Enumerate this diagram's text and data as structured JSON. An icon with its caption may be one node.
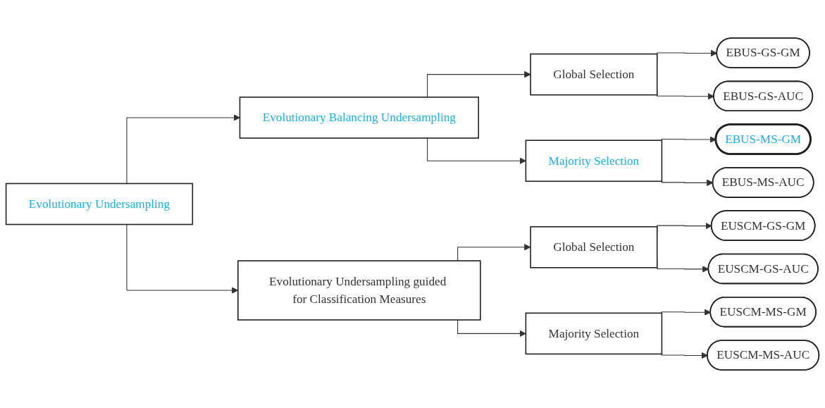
{
  "diagram": {
    "nodes": [
      {
        "text": [
          "Evolutionary Undersampling"
        ]
      },
      {
        "text": [
          "Evolutionary Balancing Undersampling"
        ]
      },
      {
        "text": [
          "Global Selection"
        ]
      },
      {
        "text": [
          "EBUS-GS-GM"
        ]
      },
      {
        "text": [
          "EBUS-GS-AUC"
        ]
      },
      {
        "text": [
          "Majority Selection"
        ]
      },
      {
        "text": [
          "EBUS-MS-GM"
        ]
      },
      {
        "text": [
          "EBUS-MS-AUC"
        ]
      },
      {
        "text": [
          "Evolutionary Undersampling guided for Classification Measures"
        ]
      },
      {
        "text": [
          "Global Selection"
        ]
      },
      {
        "text": [
          "EUSCM-GS-GM"
        ]
      },
      {
        "text": [
          "EUSCM-GS-AUC"
        ]
      },
      {
        "text": [
          "Majority Selection"
        ]
      },
      {
        "text": [
          "EUSCM-MS-GM"
        ]
      },
      {
        "text": [
          "EUSCM-MS-AUC"
        ]
      }
    ],
    "edges": [
      {
        "from": 0,
        "to": 1,
        "arrow": "to"
      },
      {
        "from": 1,
        "to": 2,
        "arrow": "to"
      },
      {
        "from": 2,
        "to": 3,
        "arrow": "to"
      },
      {
        "from": 2,
        "to": 4,
        "arrow": "to"
      },
      {
        "from": 1,
        "to": 5,
        "arrow": "to"
      },
      {
        "from": 5,
        "to": 6,
        "arrow": "to"
      },
      {
        "from": 5,
        "to": 7,
        "arrow": "to"
      },
      {
        "from": 0,
        "to": 8,
        "arrow": "to"
      },
      {
        "from": 8,
        "to": 9,
        "arrow": "to"
      },
      {
        "from": 9,
        "to": 10,
        "arrow": "to"
      },
      {
        "from": 9,
        "to": 11,
        "arrow": "to"
      },
      {
        "from": 8,
        "to": 12,
        "arrow": "to"
      },
      {
        "from": 12,
        "to": 13,
        "arrow": "to"
      },
      {
        "from": 12,
        "to": 14,
        "arrow": "to"
      }
    ]
  }
}
